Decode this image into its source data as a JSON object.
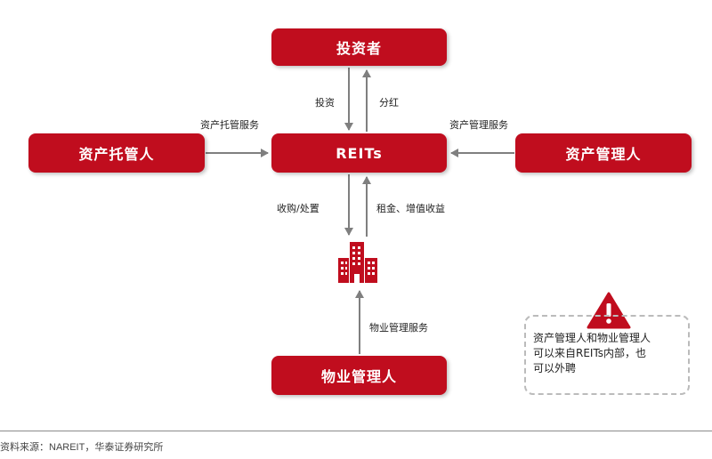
{
  "nodes": {
    "investor": "投资者",
    "reits": "REITs",
    "custodian": "资产托管人",
    "asset_manager": "资产管理人",
    "property_manager": "物业管理人"
  },
  "edges": {
    "invest": "投资",
    "dividend": "分红",
    "custody_service": "资产托管服务",
    "asset_mgmt_service": "资产管理服务",
    "acquire_dispose": "收购/处置",
    "rent_income": "租金、增值收益",
    "property_mgmt_service": "物业管理服务"
  },
  "note": "资产管理人和物业管理人\n可以来自REITs内部，也\n可以外聘",
  "source": "资料来源：NAREIT，华泰证券研究所",
  "icons": [
    "building-icon",
    "warning-icon"
  ],
  "colors": {
    "box": "#c00d1e",
    "arrow": "#7f7f7f",
    "note_border": "#bbbbbb"
  }
}
